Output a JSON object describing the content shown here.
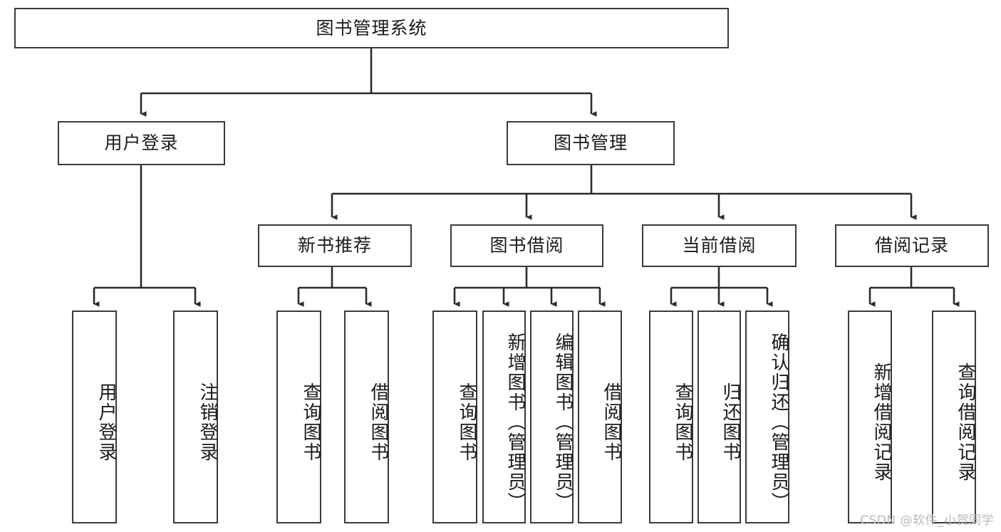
{
  "diagram": {
    "title": "图书管理系统",
    "watermark": "CSDN @软件_小贺同学",
    "root": {
      "id": "root",
      "label": "图书管理系统"
    },
    "level2": [
      {
        "id": "user-login",
        "label": "用户登录"
      },
      {
        "id": "book-manage",
        "label": "图书管理"
      }
    ],
    "level3": [
      {
        "id": "new-book-recommend",
        "label": "新书推荐"
      },
      {
        "id": "book-borrow",
        "label": "图书借阅"
      },
      {
        "id": "current-borrow",
        "label": "当前借阅"
      },
      {
        "id": "borrow-record",
        "label": "借阅记录"
      }
    ],
    "leaves": {
      "user_login": [
        {
          "id": "leaf-user-login",
          "label": "用户登录"
        },
        {
          "id": "leaf-logout-login",
          "label": "注销登录"
        }
      ],
      "new_book_recommend": [
        {
          "id": "leaf-query-book-1",
          "label": "查询图书"
        },
        {
          "id": "leaf-borrow-book-1",
          "label": "借阅图书"
        }
      ],
      "book_borrow": [
        {
          "id": "leaf-query-book-2",
          "label": "查询图书"
        },
        {
          "id": "leaf-add-book",
          "label": "新增图书（管理员）"
        },
        {
          "id": "leaf-edit-book",
          "label": "编辑图书（管理员）"
        },
        {
          "id": "leaf-borrow-book-2",
          "label": "借阅图书"
        }
      ],
      "current_borrow": [
        {
          "id": "leaf-query-book-3",
          "label": "查询图书"
        },
        {
          "id": "leaf-return-book",
          "label": "归还图书"
        },
        {
          "id": "leaf-confirm-return",
          "label": "确认归还（管理员）"
        }
      ],
      "borrow_record": [
        {
          "id": "leaf-add-borrow-record",
          "label": "新增借阅记录"
        },
        {
          "id": "leaf-query-borrow-record",
          "label": "查询借阅记录"
        }
      ]
    },
    "colors": {
      "stroke": "#3a3a3a",
      "edge": "#2b2b2b",
      "background": "#ffffff",
      "text": "#1b1b1b",
      "watermark": "#b9b9b9"
    }
  }
}
